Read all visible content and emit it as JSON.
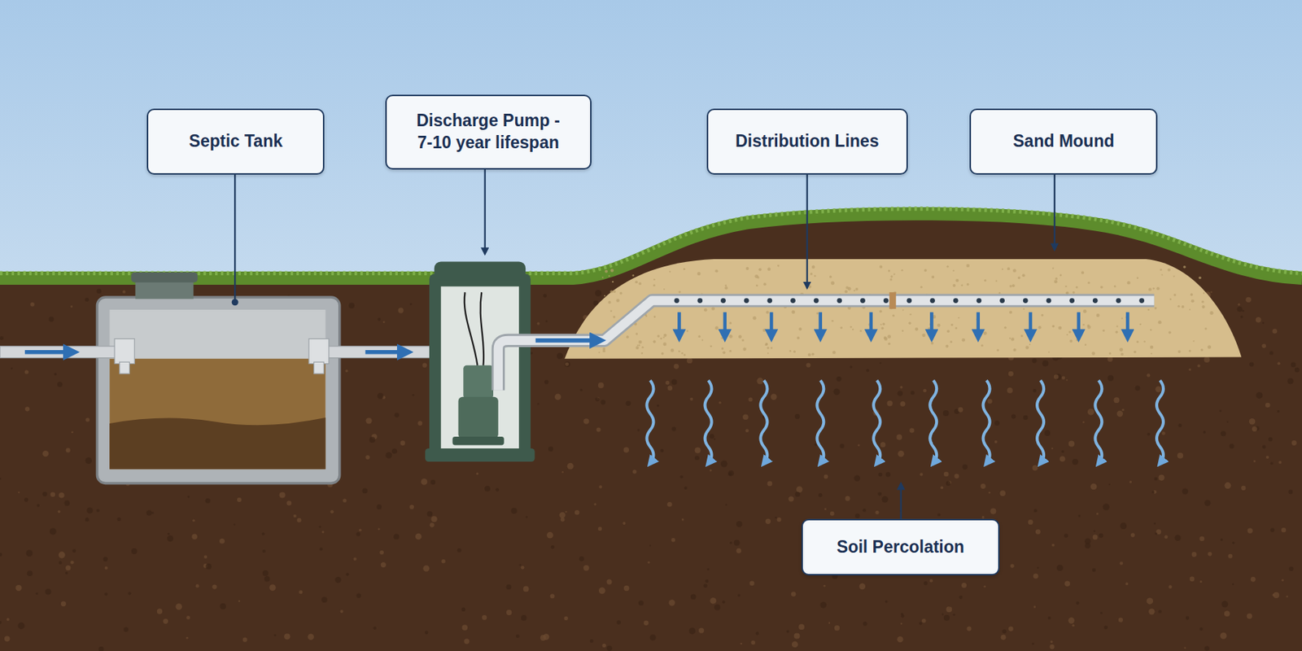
{
  "diagram": {
    "nodes": [
      {
        "text": [
          "Septic Tank"
        ]
      },
      {
        "text": [
          "Discharge Pump - 7-10 year lifespan"
        ]
      },
      {
        "text": [
          "Distribution Lines"
        ]
      },
      {
        "text": [
          "Sand Mound"
        ]
      },
      {
        "text": [
          "Soil Percolation"
        ]
      }
    ]
  }
}
